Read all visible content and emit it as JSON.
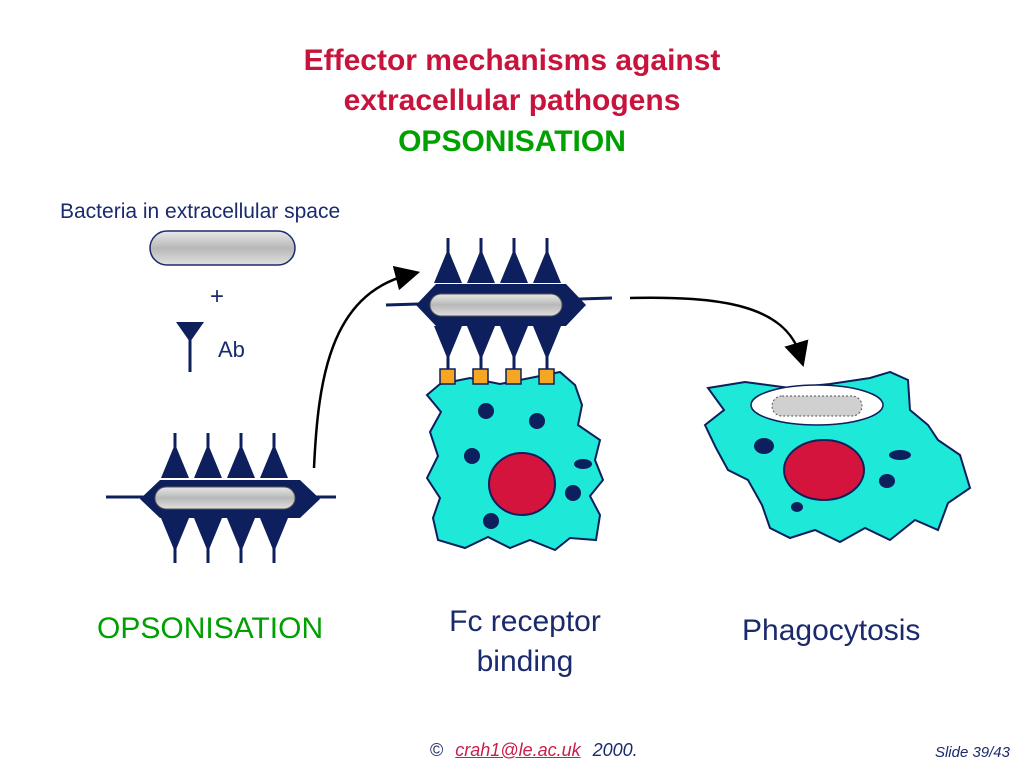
{
  "title": {
    "line1": "Effector mechanisms against",
    "line2": "extracellular pathogens",
    "line3": "OPSONISATION"
  },
  "labels": {
    "bacteria": "Bacteria in extracellular space",
    "plus": "+",
    "antibody": "Ab"
  },
  "captions": {
    "opsonisation": "OPSONISATION",
    "fc_receptor": "Fc receptor binding",
    "phagocytosis": "Phagocytosis"
  },
  "footer": {
    "copyright_symbol": "©",
    "email": "crah1@le.ac.uk",
    "year": "2000.",
    "slide": "Slide 39/43"
  },
  "colors": {
    "title_red": "#c8143c",
    "title_green": "#00a000",
    "antibody_navy": "#0d1f5c",
    "cell_cyan": "#1ee8d8",
    "nucleus_red": "#d4143c",
    "receptor_orange": "#f5a623",
    "bacterium_gray": "#c0c0c0"
  }
}
